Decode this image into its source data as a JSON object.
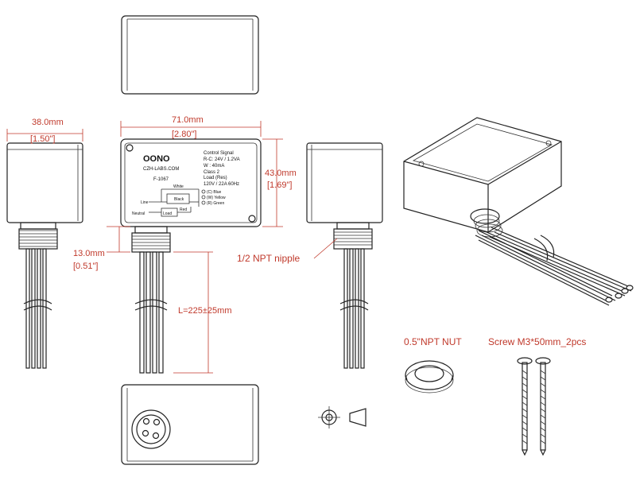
{
  "dimensions": {
    "width_mm": "38.0mm",
    "width_in": "[1.50\"]",
    "length_mm": "71.0mm",
    "length_in": "[2.80\"]",
    "height_mm": "43.0mm",
    "height_in": "[1.69\"]",
    "nipple_mm": "13.0mm",
    "nipple_in": "[0.51\"]",
    "lead_length": "L=225±25mm"
  },
  "labels": {
    "nipple": "1/2 NPT nipple",
    "nut": "0.5\"NPT NUT",
    "screw": "Screw M3*50mm_2pcs"
  },
  "label_panel": {
    "brand": "OONO",
    "website": "CZH-LABS.COM",
    "model": "F-1067",
    "control_title": "Control Signal",
    "control_rc": "R-C: 24V / 1.2VA",
    "control_w": "W  : 40mA",
    "control_class": "Class 2",
    "load_title": "Load  (Res)",
    "load_rating": "120V / 22A  60Hz",
    "wire_white": "White",
    "wire_black": "Black",
    "wire_red": "Red",
    "term_line": "Line",
    "term_neutral": "Neutral",
    "term_load": "Load",
    "out_blue": "(C) Blue",
    "out_yellow": "(W) Yellow",
    "out_green": "(R) Green"
  }
}
